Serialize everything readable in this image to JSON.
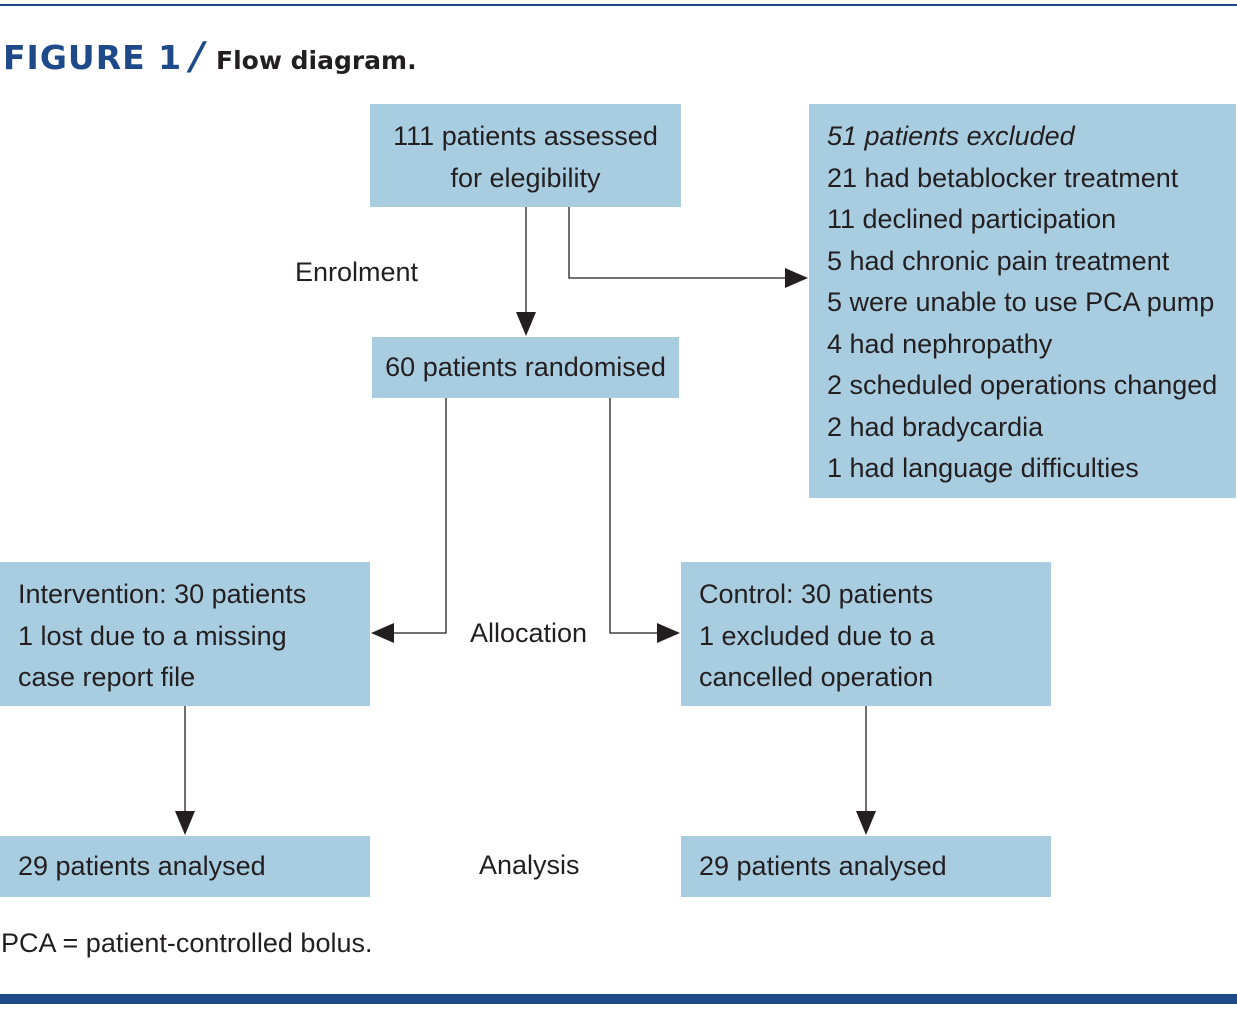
{
  "figure": {
    "label": "FIGURE 1",
    "separator": "/",
    "caption": "Flow diagram."
  },
  "boxes": {
    "assessed": {
      "lines": [
        "111 patients assessed",
        "for elegibility"
      ]
    },
    "excluded": {
      "heading": "51 patients excluded",
      "reasons": [
        "21 had betablocker treatment",
        "11 declined participation",
        "5 had chronic pain treatment",
        "5 were unable to use PCA pump",
        "4 had nephropathy",
        "2 scheduled operations changed",
        "2 had bradycardia",
        "1 had language difficulties"
      ]
    },
    "randomised": {
      "lines": [
        "60 patients randomised"
      ]
    },
    "intervention": {
      "lines": [
        "Intervention: 30 patients",
        "1 lost due to a missing",
        "case report file"
      ]
    },
    "control": {
      "lines": [
        "Control: 30 patients",
        "1 excluded due to a",
        "cancelled operation"
      ]
    },
    "analysed_intervention": {
      "lines": [
        "29 patients analysed"
      ]
    },
    "analysed_control": {
      "lines": [
        "29 patients analysed"
      ]
    }
  },
  "stages": {
    "enrolment": "Enrolment",
    "allocation": "Allocation",
    "analysis": "Analysis"
  },
  "footnote": "PCA = patient-controlled bolus.",
  "colors": {
    "box_fill": "#a9cde0",
    "accent": "#1e4a8a",
    "text": "#231f20",
    "connector": "#231f20"
  }
}
